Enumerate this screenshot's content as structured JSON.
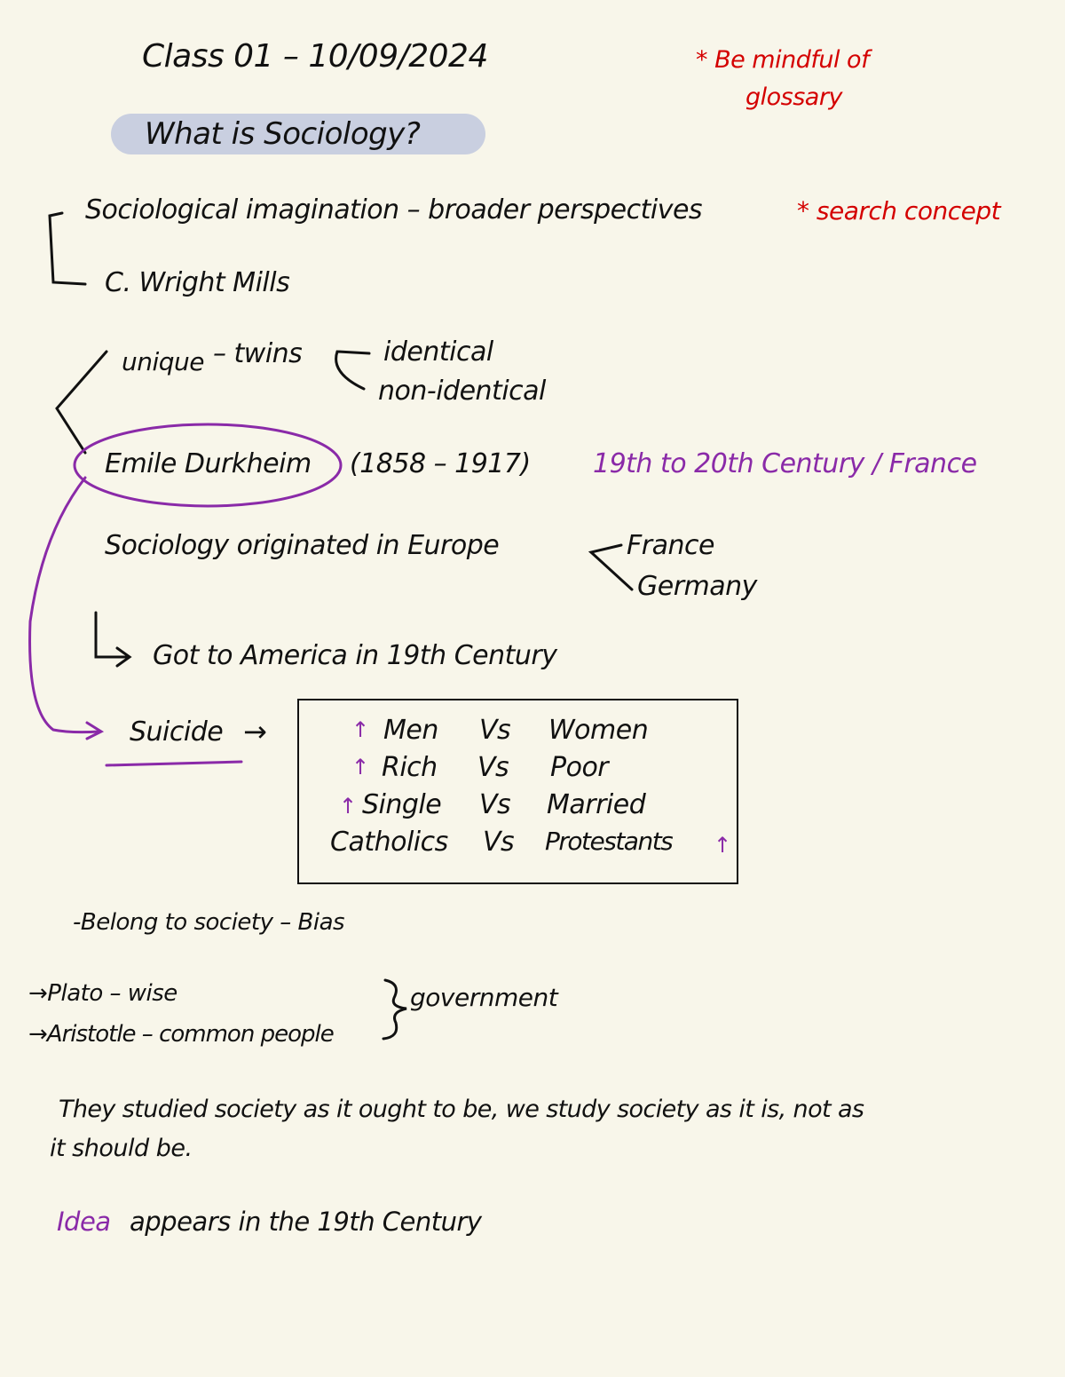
{
  "header": {
    "date_title": "Class 01 – 10/09/2024",
    "topic": "What is Sociology?",
    "reminder": "* Be mindful of",
    "reminder_2": "glossary"
  },
  "concepts": {
    "imagination": "Sociological imagination – broader perspectives",
    "search_note": "* search concept",
    "mills": "C. Wright Mills",
    "unique": "unique",
    "twins": "– twins",
    "identical": "identical",
    "non_identical": "non-identical",
    "durkheim": "Emile Durkheim",
    "durkheim_years": "(1858 – 1917)",
    "era": "19th to 20th Century / France",
    "origin": "Sociology originated in Europe",
    "france": "France",
    "germany": "Germany",
    "america": "Got to America in 19th Century",
    "suicide": "Suicide",
    "suicide_arrow": "→"
  },
  "suicide_comparisons": [
    {
      "left": "Men",
      "vs": "Vs",
      "right": "Women",
      "arrow": "↑"
    },
    {
      "left": "Rich",
      "vs": "Vs",
      "right": "Poor",
      "arrow": "↑"
    },
    {
      "left": "Single",
      "vs": "Vs",
      "right": "Married",
      "arrow": "↑"
    },
    {
      "left": "Catholics",
      "vs": "Vs",
      "right": "Protestants",
      "arrow": "↑"
    }
  ],
  "notes": {
    "belong": "-Belong to society – Bias",
    "plato": "→Plato – wise",
    "aristotle": "→Aristotle – common people",
    "government": "government",
    "studied_line1": "They studied society as it ought to be, we study society as it is, not as",
    "studied_line2": "it should be.",
    "idea_word": "Idea",
    "idea_rest": "appears in the 19th Century"
  },
  "colors": {
    "ink": "#111111",
    "red": "#d40000",
    "purple": "#8a2aa8",
    "highlight": "#c9cfe0",
    "paper": "#f8f6ea"
  }
}
